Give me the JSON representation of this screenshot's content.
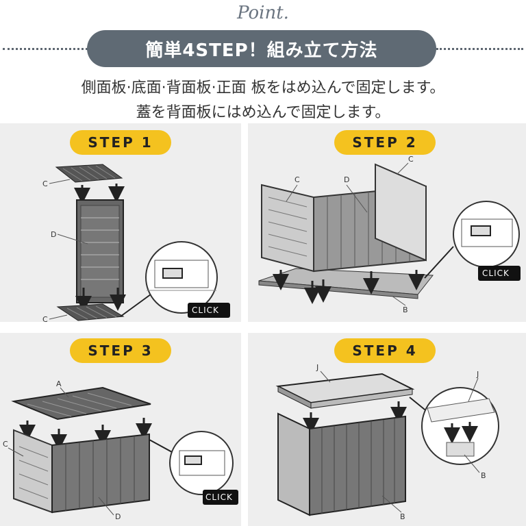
{
  "header": {
    "point_mark": "Point.",
    "title": "簡単4STEP！組み立て方法",
    "line1": "側面板·底面·背面板·正面 板をはめ込んで固定します。",
    "line2": "蓋を背面板にはめ込んで固定します。"
  },
  "colors": {
    "badge": "#f4c21f",
    "pill": "#5f6a74",
    "panel_bg": "#eeeeee"
  },
  "steps": [
    {
      "badge": "STEP 1",
      "labels": [
        "C",
        "D",
        "C"
      ],
      "click": "CLICK"
    },
    {
      "badge": "STEP 2",
      "labels": [
        "C",
        "C",
        "D",
        "B"
      ],
      "click": "CLICK"
    },
    {
      "badge": "STEP 3",
      "labels": [
        "A",
        "C",
        "D"
      ],
      "click": "CLICK"
    },
    {
      "badge": "STEP 4",
      "labels": [
        "J",
        "J",
        "B",
        "B"
      ]
    }
  ]
}
